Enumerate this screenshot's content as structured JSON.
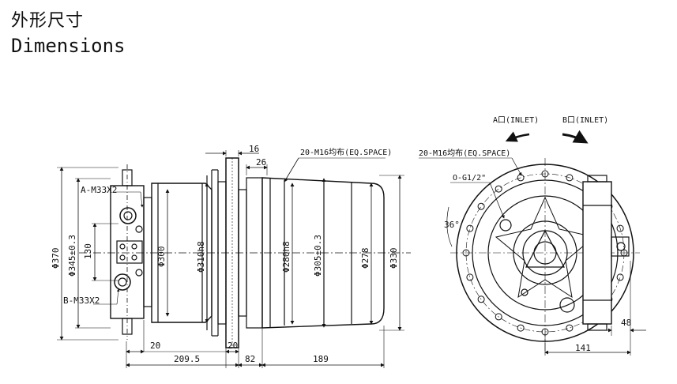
{
  "title": {
    "zh": "外形尺寸",
    "en": "Dimensions"
  },
  "side_view": {
    "labels": {
      "a_port": "A-M33X2",
      "b_port": "B-M33X2",
      "bolts": "20-M16均布(EQ.SPACE)"
    },
    "dims": {
      "d370": "Φ370",
      "d345": "Φ345±0.3",
      "h130": "130",
      "d300": "Φ300",
      "d310": "Φ310h8",
      "d280": "Φ280h8",
      "d305": "Φ305±0.3",
      "d278": "Φ278",
      "d330": "Φ330",
      "w16": "16",
      "w26": "26",
      "w20a": "20",
      "w20b": "20",
      "w2095": "209.5",
      "w82": "82",
      "w189": "189"
    }
  },
  "front_view": {
    "labels": {
      "a_inlet": "A口(INLET)",
      "b_inlet": "B口(INLET)",
      "bolts": "20-M16均布(EQ.SPACE)",
      "gauge": "O-G1/2\"",
      "angle": "36°"
    },
    "dims": {
      "w141": "141",
      "w48": "48"
    }
  }
}
